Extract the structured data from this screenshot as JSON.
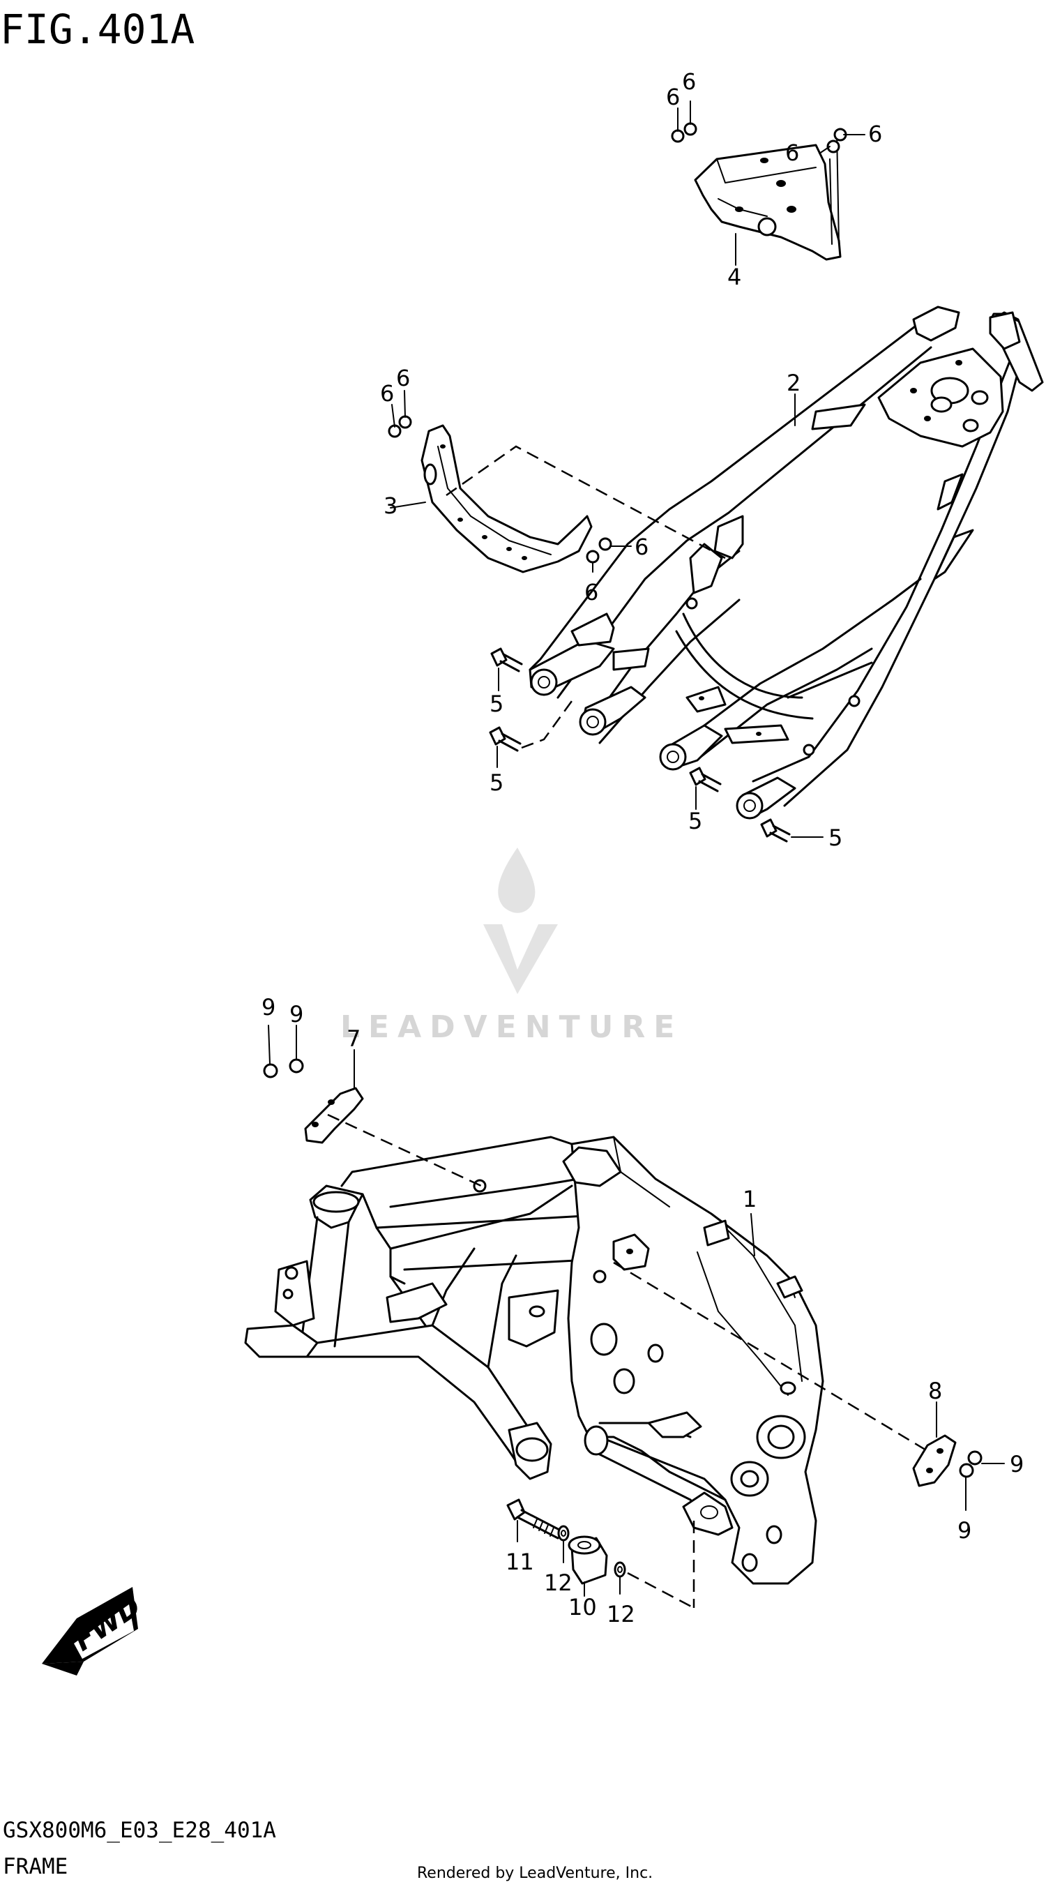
{
  "figure_title": "FIG.401A",
  "diagram_code": "GSX800M6_E03_E28_401A",
  "section_name": "FRAME",
  "rendered_by": "Rendered by LeadVenture, Inc.",
  "watermark": "LEADVENTURE",
  "direction_label": "FWD",
  "callouts": [
    {
      "id": "c1",
      "text": "1"
    },
    {
      "id": "c2",
      "text": "2"
    },
    {
      "id": "c3",
      "text": "3"
    },
    {
      "id": "c4",
      "text": "4"
    },
    {
      "id": "c5a",
      "text": "5"
    },
    {
      "id": "c5b",
      "text": "5"
    },
    {
      "id": "c5c",
      "text": "5"
    },
    {
      "id": "c5d",
      "text": "5"
    },
    {
      "id": "c6a",
      "text": "6"
    },
    {
      "id": "c6b",
      "text": "6"
    },
    {
      "id": "c6c",
      "text": "6"
    },
    {
      "id": "c6d",
      "text": "6"
    },
    {
      "id": "c6e",
      "text": "6"
    },
    {
      "id": "c6f",
      "text": "6"
    },
    {
      "id": "c6g",
      "text": "6"
    },
    {
      "id": "c6h",
      "text": "6"
    },
    {
      "id": "c7",
      "text": "7"
    },
    {
      "id": "c8",
      "text": "8"
    },
    {
      "id": "c9a",
      "text": "9"
    },
    {
      "id": "c9b",
      "text": "9"
    },
    {
      "id": "c9c",
      "text": "9"
    },
    {
      "id": "c9d",
      "text": "9"
    },
    {
      "id": "c10",
      "text": "10"
    },
    {
      "id": "c11",
      "text": "11"
    },
    {
      "id": "c12a",
      "text": "12"
    },
    {
      "id": "c12b",
      "text": "12"
    }
  ]
}
